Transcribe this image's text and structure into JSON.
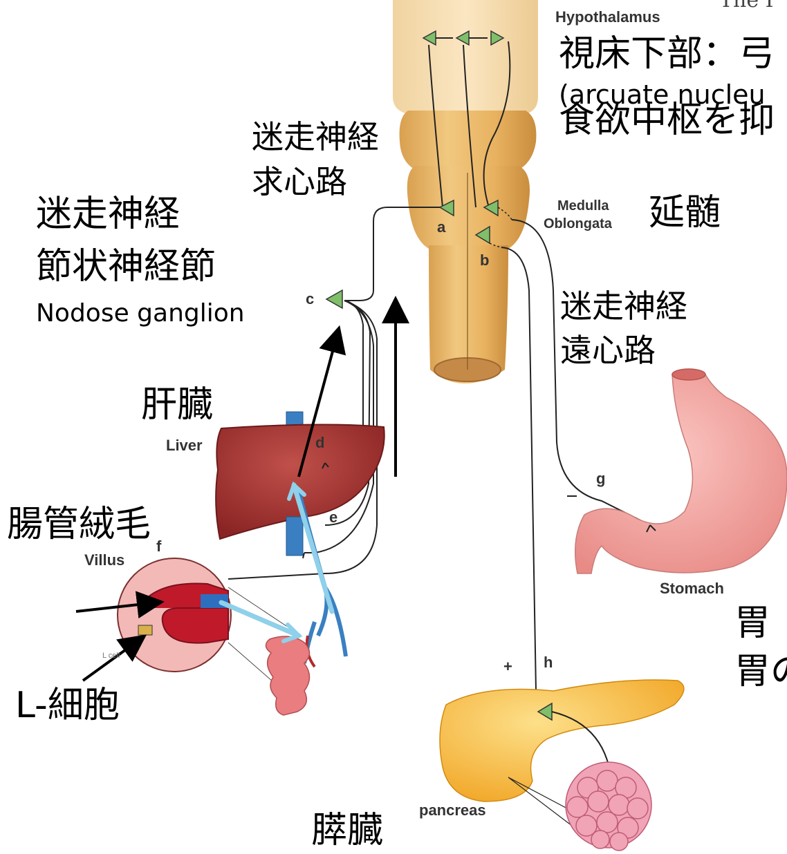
{
  "labels": {
    "partial_top": "The I",
    "hypothalamus_en": "Hypothalamus",
    "hypothalamus_jp": "視床下部：弓",
    "arcuate_en": "(arcuate nucleu",
    "appetite_jp": "食欲中枢を抑",
    "vagal_afferent_jp_1": "迷走神経",
    "vagal_afferent_jp_2": "求心路",
    "nodose_jp_1": "迷走神経",
    "nodose_jp_2": "節状神経節",
    "nodose_en": "Nodose   ganglion",
    "medulla_en_1": "Medulla",
    "medulla_en_2": "Oblongata",
    "medulla_jp": "延髄",
    "vagal_efferent_jp_1": "迷走神経",
    "vagal_efferent_jp_2": "遠心路",
    "liver_jp": "肝臓",
    "liver_en": "Liver",
    "villus_jp": "腸管絨毛",
    "villus_en": "Villus",
    "lcell_jp": "L-細胞",
    "lcell_small": "L cell",
    "stomach_en": "Stomach",
    "stomach_jp_1": "胃",
    "stomach_jp_2": "胃の",
    "pancreas_en": "pancreas",
    "pancreas_jp": "膵臓",
    "minus_sign": "–",
    "plus_sign": "+"
  },
  "point_labels": {
    "a": "a",
    "b": "b",
    "c": "c",
    "d": "d",
    "e": "e",
    "f": "f",
    "g": "g",
    "h": "h"
  },
  "colors": {
    "brainstem": "#e8b86a",
    "liver": "#a8322e",
    "stomach": "#f2a3a0",
    "pancreas": "#f7b52c",
    "neuron": "#7fbf6a",
    "vein": "#3a7fc1",
    "light_arrow": "#8fd0ea"
  }
}
